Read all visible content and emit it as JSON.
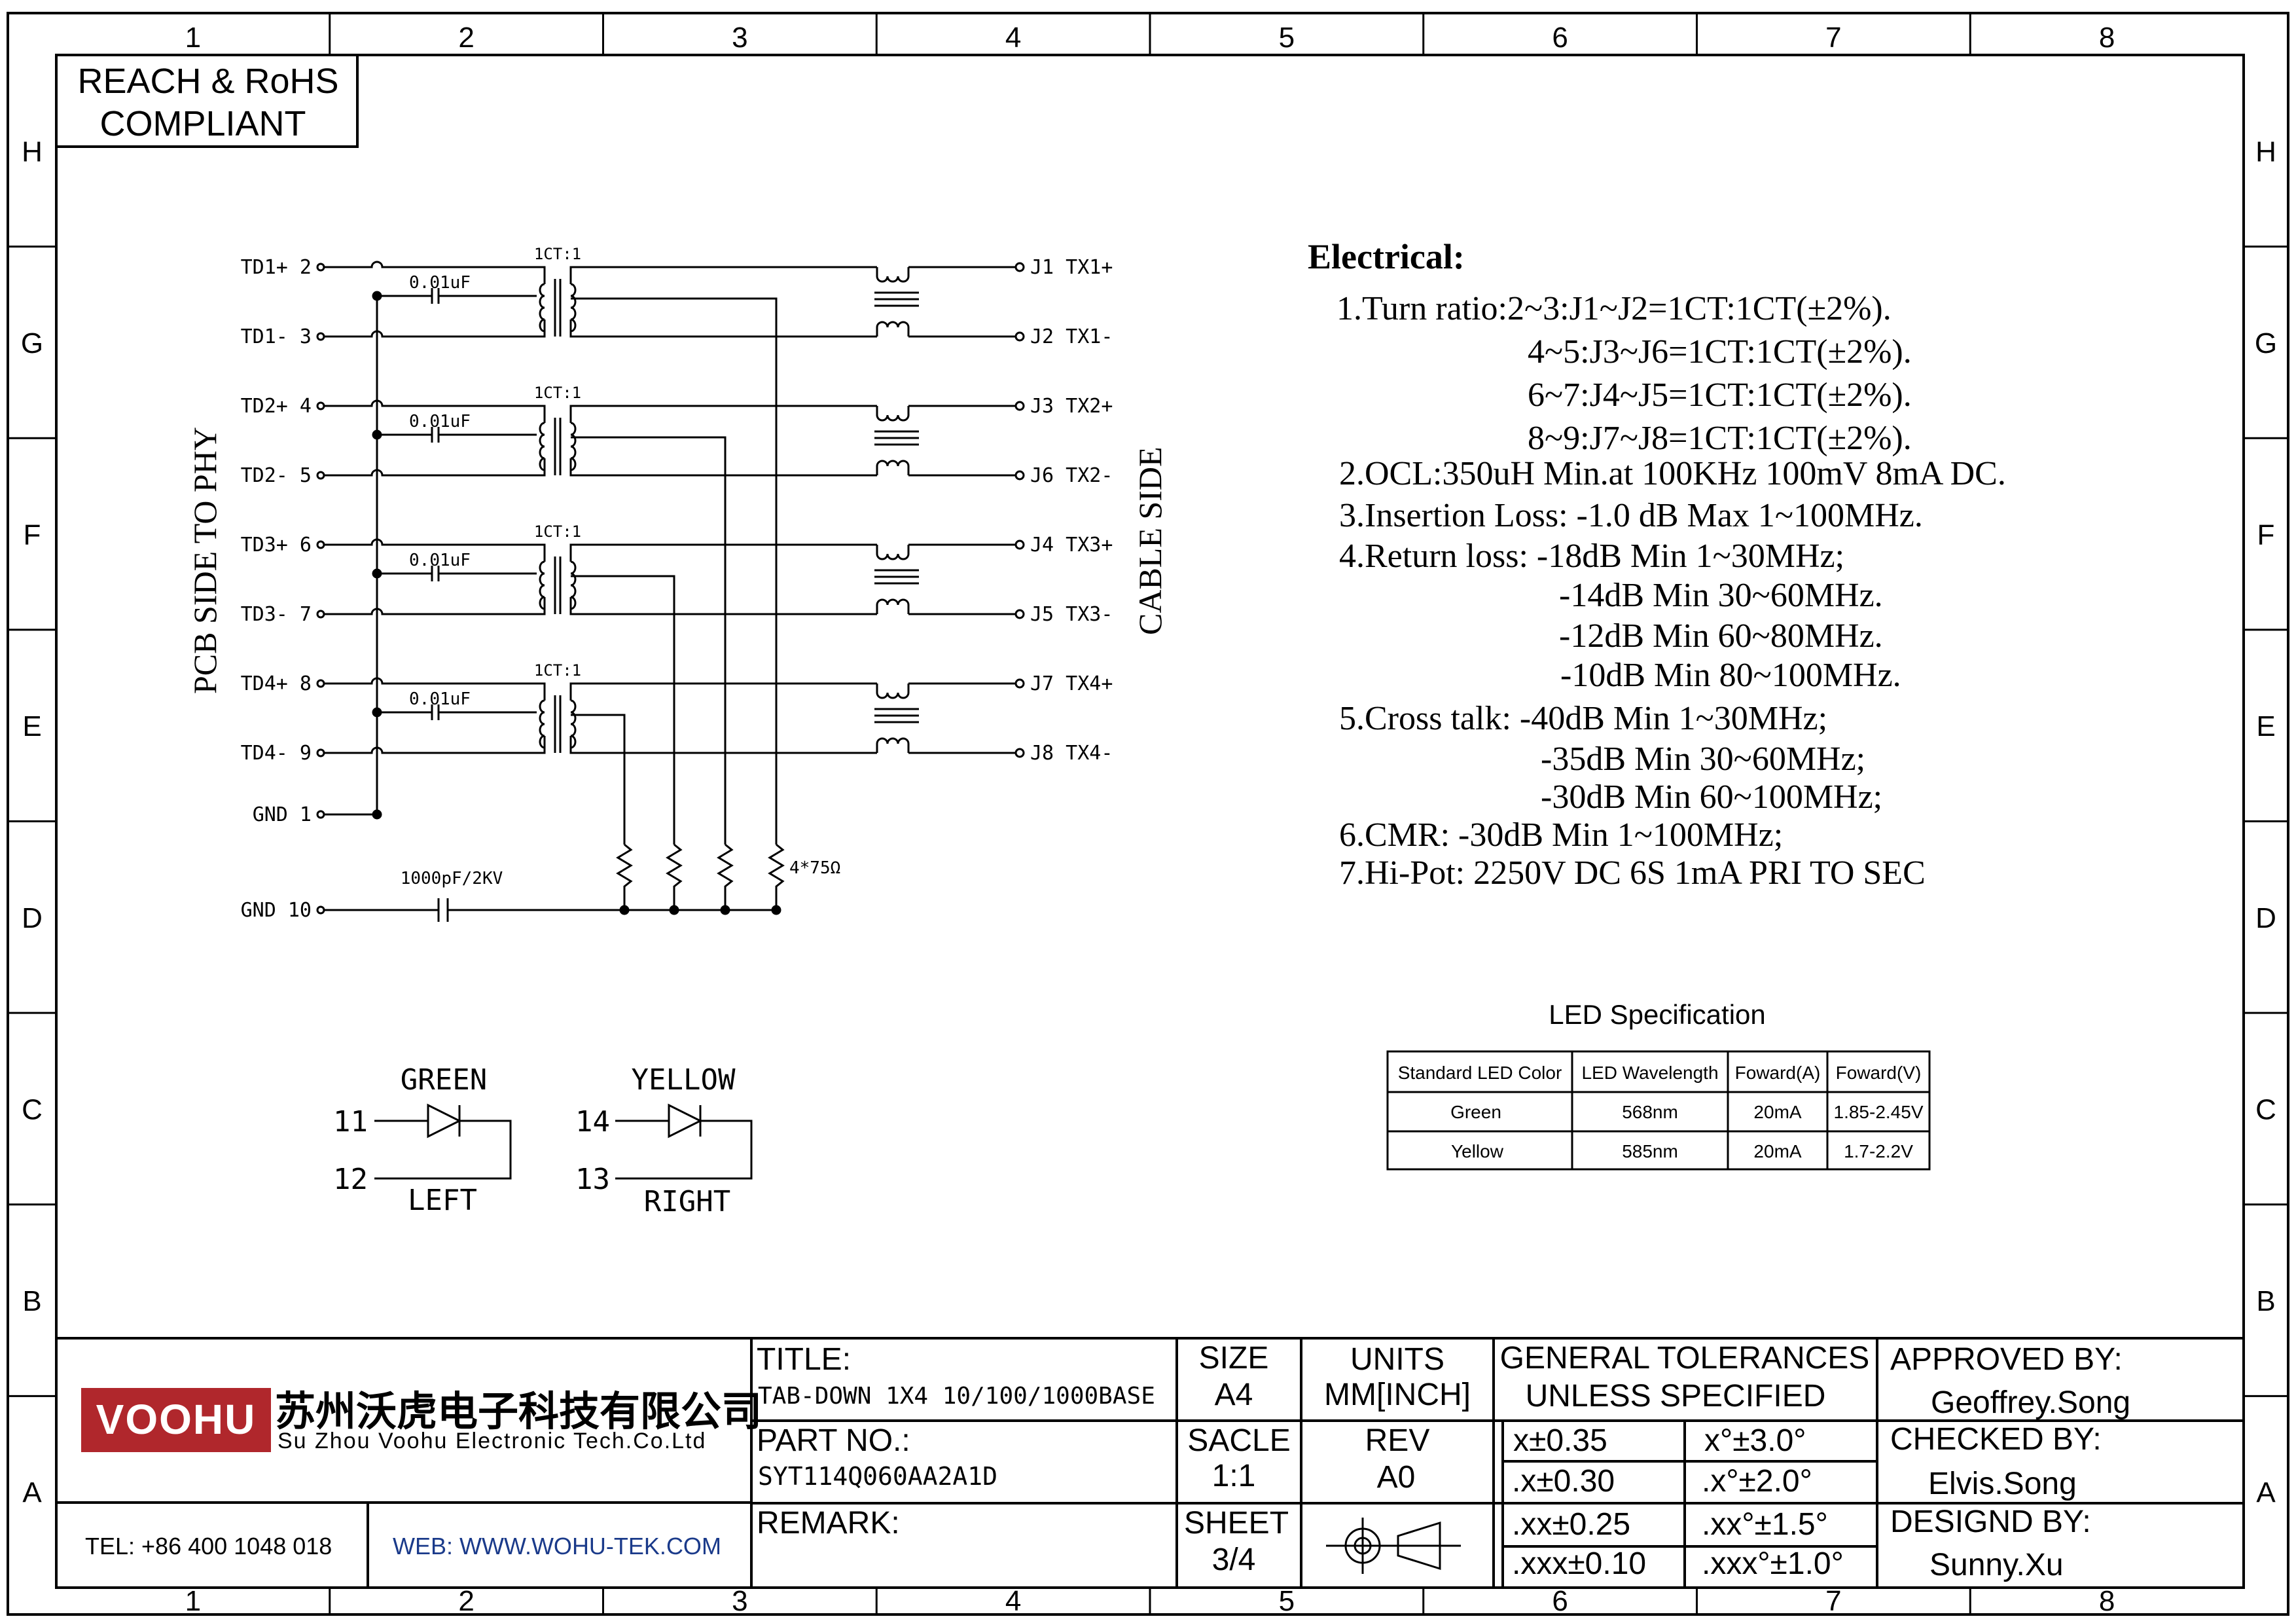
{
  "frame": {
    "columns": [
      "1",
      "2",
      "3",
      "4",
      "5",
      "6",
      "7",
      "8"
    ],
    "rows": [
      "H",
      "G",
      "F",
      "E",
      "D",
      "C",
      "B",
      "A"
    ]
  },
  "compliance": {
    "line1": "REACH & RoHS",
    "line2": "COMPLIANT"
  },
  "schematic": {
    "side_left": "PCB SIDE TO PHY",
    "side_right": "CABLE SIDE",
    "pins_left": [
      "TD1+ 2",
      "TD1- 3",
      "TD2+ 4",
      "TD2- 5",
      "TD3+ 6",
      "TD3- 7",
      "TD4+ 8",
      "TD4- 9",
      "GND 1",
      "GND 10"
    ],
    "pins_right": [
      "J1 TX1+",
      "J2 TX1-",
      "J3 TX2+",
      "J6 TX2-",
      "J4 TX3+",
      "J5 TX3-",
      "J7 TX4+",
      "J8 TX4-"
    ],
    "transformer_ratio": "1CT:1",
    "cap_label": "0.01uF",
    "hv_cap_label": "1000pF/2KV",
    "resistor_label": "4*75Ω"
  },
  "leds": {
    "green": {
      "name": "GREEN",
      "pin_a": "11",
      "pin_b": "12",
      "side": "LEFT"
    },
    "yellow": {
      "name": "YELLOW",
      "pin_a": "14",
      "pin_b": "13",
      "side": "RIGHT"
    }
  },
  "electrical": {
    "heading": "Electrical:",
    "lines": [
      "1.Turn ratio:2~3:J1~J2=1CT:1CT(±2%).",
      "4~5:J3~J6=1CT:1CT(±2%).",
      "6~7:J4~J5=1CT:1CT(±2%).",
      "8~9:J7~J8=1CT:1CT(±2%).",
      "2.OCL:350uH Min.at 100KHz 100mV 8mA DC.",
      "3.Insertion Loss: -1.0 dB Max 1~100MHz.",
      "4.Return loss: -18dB Min 1~30MHz;",
      "-14dB Min 30~60MHz.",
      "-12dB Min 60~80MHz.",
      "-10dB Min 80~100MHz.",
      "5.Cross talk: -40dB Min 1~30MHz;",
      "-35dB Min 30~60MHz;",
      "-30dB Min 60~100MHz;",
      "6.CMR: -30dB Min 1~100MHz;",
      "7.Hi-Pot: 2250V DC 6S 1mA PRI TO SEC"
    ]
  },
  "led_spec": {
    "title": "LED Specification",
    "headers": [
      "Standard LED Color",
      "LED Wavelength",
      "Foward(A)",
      "Foward(V)"
    ],
    "rows": [
      [
        "Green",
        "568nm",
        "20mA",
        "1.85-2.45V"
      ],
      [
        "Yellow",
        "585nm",
        "20mA",
        "1.7-2.2V"
      ]
    ]
  },
  "title_block": {
    "logo": "VOOHU",
    "company_cn": "苏州沃虎电子科技有限公司",
    "company_en": "Su Zhou Voohu Electronic Tech.Co.Ltd",
    "tel": "TEL: +86 400 1048 018",
    "web": "WEB: WWW.WOHU-TEK.COM",
    "title_label": "TITLE:",
    "title_value": "TAB-DOWN 1X4 10/100/1000BASE",
    "part_label": "PART NO.:",
    "part_value": "SYT114Q060AA2A1D",
    "remark_label": "REMARK:",
    "size_label": "SIZE",
    "size_value": "A4",
    "scale_label": "SACLE",
    "scale_value": "1:1",
    "sheet_label": "SHEET",
    "sheet_value": "3/4",
    "units_label": "UNITS",
    "units_value": "MM[INCH]",
    "rev_label": "REV",
    "rev_value": "A0",
    "tol_title1": "GENERAL TOLERANCES",
    "tol_title2": "UNLESS SPECIFIED",
    "tol_rows": [
      [
        "x±0.35",
        "x°±3.0°"
      ],
      [
        ".x±0.30",
        ".x°±2.0°"
      ],
      [
        ".xx±0.25",
        ".xx°±1.5°"
      ],
      [
        ".xxx±0.10",
        ".xxx°±1.0°"
      ]
    ],
    "approved_label": "APPROVED BY:",
    "approved_value": "Geoffrey.Song",
    "checked_label": "CHECKED BY:",
    "checked_value": "Elvis.Song",
    "designed_label": "DESIGND BY:",
    "designed_value": "Sunny.Xu"
  },
  "colors": {
    "line": "#000000",
    "logo_bg": "#b0272c",
    "web_text": "#1a3a8a"
  }
}
